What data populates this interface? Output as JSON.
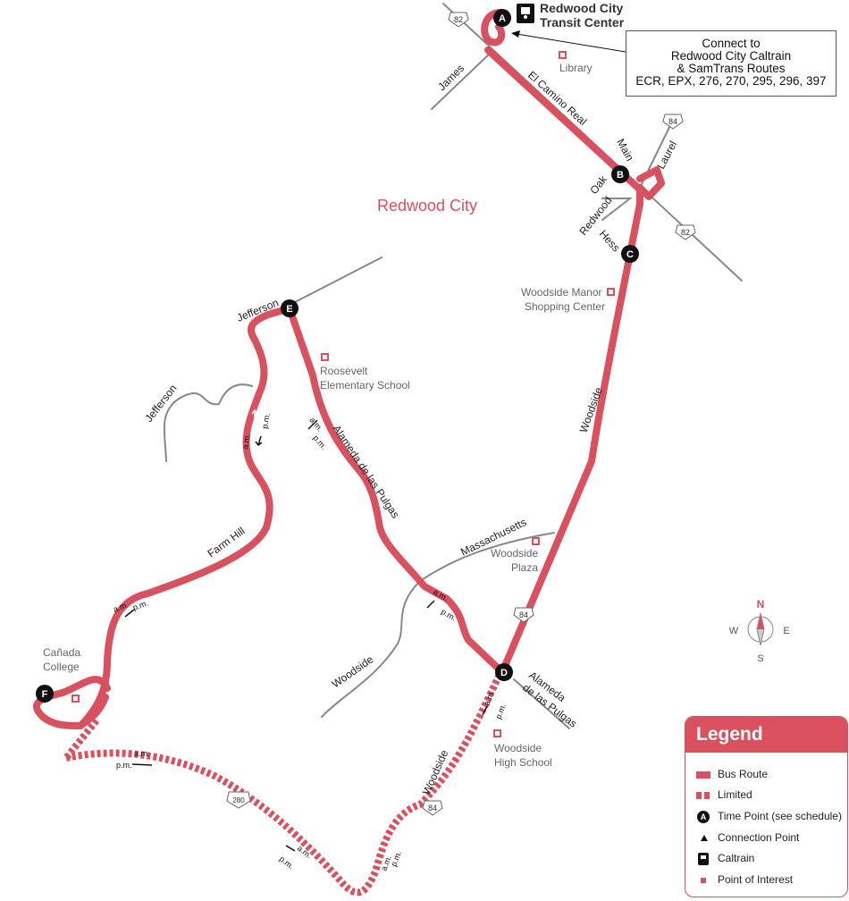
{
  "map": {
    "city_label": "Redwood City",
    "transit_center": {
      "letter": "A",
      "line1": "Redwood City",
      "line2": "Transit Center"
    },
    "callout": [
      "Connect to",
      "Redwood City Caltrain",
      "& SamTrans Routes",
      "ECR, EPX, 276, 270, 295, 296, 397"
    ],
    "time_points": [
      {
        "letter": "A"
      },
      {
        "letter": "B"
      },
      {
        "letter": "C"
      },
      {
        "letter": "D"
      },
      {
        "letter": "E"
      },
      {
        "letter": "F"
      }
    ],
    "streets": {
      "james": "James",
      "ecr": "El Camino Real",
      "main": "Main",
      "laurel": "Laurel",
      "oak": "Oak",
      "redwood": "Redwood",
      "hess": "Hess",
      "woodside_1": "Woodside",
      "woodside_2": "Woodside",
      "woodside_3": "Woodside",
      "jefferson_1": "Jefferson",
      "jefferson_2": "Jefferson",
      "farm_hill": "Farm Hill",
      "alameda_1": "Alameda de las Pulgas",
      "alameda_2_line1": "Alameda",
      "alameda_2_line2": "de las Pulgas",
      "massachusetts": "Massachusetts"
    },
    "highway_shields": {
      "h82_top": "82",
      "h84_top": "84",
      "h82_right": "82",
      "h84_mid": "84",
      "h84_low": "84",
      "h280": "280"
    },
    "poi": {
      "library": "Library",
      "woodside_manor_1": "Woodside Manor",
      "woodside_manor_2": "Shopping Center",
      "roosevelt_1": "Roosevelt",
      "roosevelt_2": "Elementary School",
      "woodside_plaza_1": "Woodside",
      "woodside_plaza_2": "Plaza",
      "canada_1": "Cañada",
      "canada_2": "College",
      "woodside_hs_1": "Woodside",
      "woodside_hs_2": "High School"
    },
    "am": "a.m.",
    "pm": "p.m.",
    "compass": {
      "n": "N",
      "s": "S",
      "e": "E",
      "w": "W"
    },
    "colors": {
      "route": "#d9505e",
      "road": "#888888"
    }
  },
  "legend": {
    "title": "Legend",
    "items": [
      "Bus Route",
      "Limited",
      "Time Point (see schedule)",
      "Connection Point",
      "Caltrain",
      "Point of Interest"
    ]
  }
}
